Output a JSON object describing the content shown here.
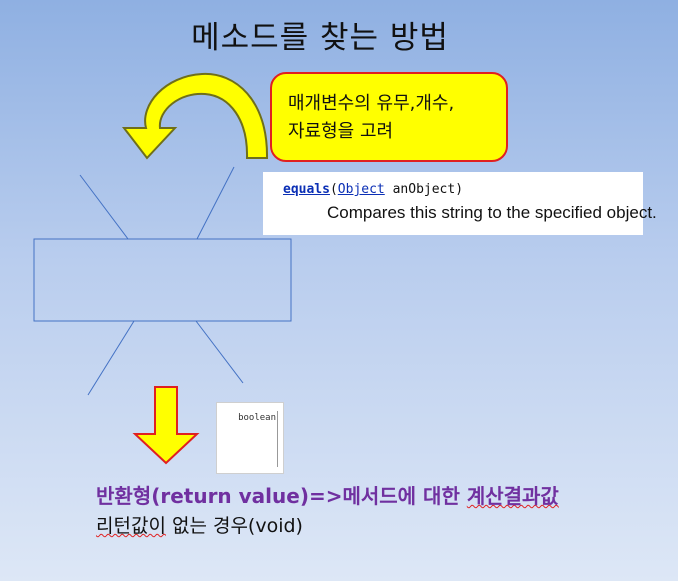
{
  "slide": {
    "title": "메소드를 찾는 방법",
    "callout": {
      "line1": "매개변수의 유무,개수,",
      "line2": "자료형을 고려"
    },
    "javadoc": {
      "method_name": "equals",
      "paren_open": "(",
      "param_type": "Object",
      "param_name": " anObject)",
      "description": "Compares this string to the specified object."
    },
    "return_type_box": "boolean",
    "bottom": {
      "prefix": "반환형(return value)=>메서드에 대한 ",
      "underlined": "계산결과값",
      "line2_underlined": "리턴값이",
      "line2_rest": " 없는 경우(void)"
    },
    "colors": {
      "arrow_fill": "#ffff00",
      "arrow_stroke": "#e02020",
      "curved_arrow_stroke": "#6f6f1a",
      "outline": "#4472c4",
      "accent_purple": "#7030a0"
    }
  }
}
